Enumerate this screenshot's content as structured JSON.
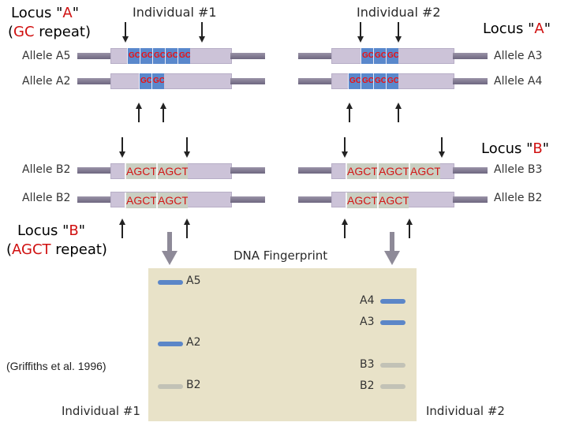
{
  "individuals": {
    "ind1": "Individual #1",
    "ind2": "Individual #2"
  },
  "locusA": {
    "name": "Locus \"A\"",
    "prefix": "Locus \"",
    "letter": "A",
    "suffix": "\"",
    "repeat_open": "(",
    "repeat_unit": "GC",
    "repeat_rest": " repeat)"
  },
  "locusB": {
    "prefix": "Locus \"",
    "letter": "B",
    "suffix": "\"",
    "repeat_open": "(",
    "repeat_unit": "AGCT",
    "repeat_rest": " repeat)"
  },
  "alleles": {
    "A5": "Allele A5",
    "A2": "Allele A2",
    "A3": "Allele A3",
    "A4": "Allele A4",
    "B2": "Allele B2",
    "B3": "Allele B3"
  },
  "repeat_unit_gc": "GC",
  "repeat_unit_agct": "AGCT",
  "fingerprint_title": "DNA Fingerprint",
  "bands": {
    "A5": "A5",
    "A2": "A2",
    "B2": "B2",
    "A4": "A4",
    "A3": "A3",
    "B3": "B3",
    "B2b": "B2"
  },
  "citation": "(Griffiths et al. 1996)",
  "colors": {
    "accent_red": "#d01010",
    "gc_blue": "#5a88cc",
    "gel": "#e8e2c8",
    "strand": "#ccc3d8"
  }
}
